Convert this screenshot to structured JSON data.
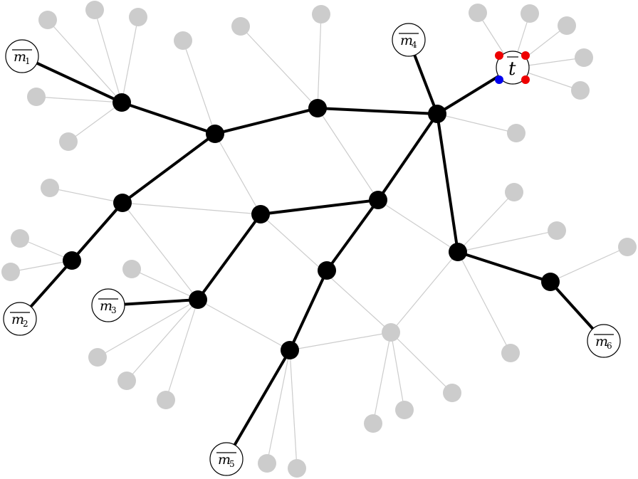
{
  "labels": {
    "m1": {
      "base": "m",
      "sub": "1"
    },
    "m2": {
      "base": "m",
      "sub": "2"
    },
    "m3": {
      "base": "m",
      "sub": "3"
    },
    "m4": {
      "base": "m",
      "sub": "4"
    },
    "m5": {
      "base": "m",
      "sub": "5"
    },
    "m6": {
      "base": "m",
      "sub": "6"
    },
    "t": {
      "base": "t"
    }
  },
  "colors": {
    "grey": "#cccccc",
    "black": "#000000",
    "red": "#ee0000",
    "blue": "#0000ee"
  }
}
